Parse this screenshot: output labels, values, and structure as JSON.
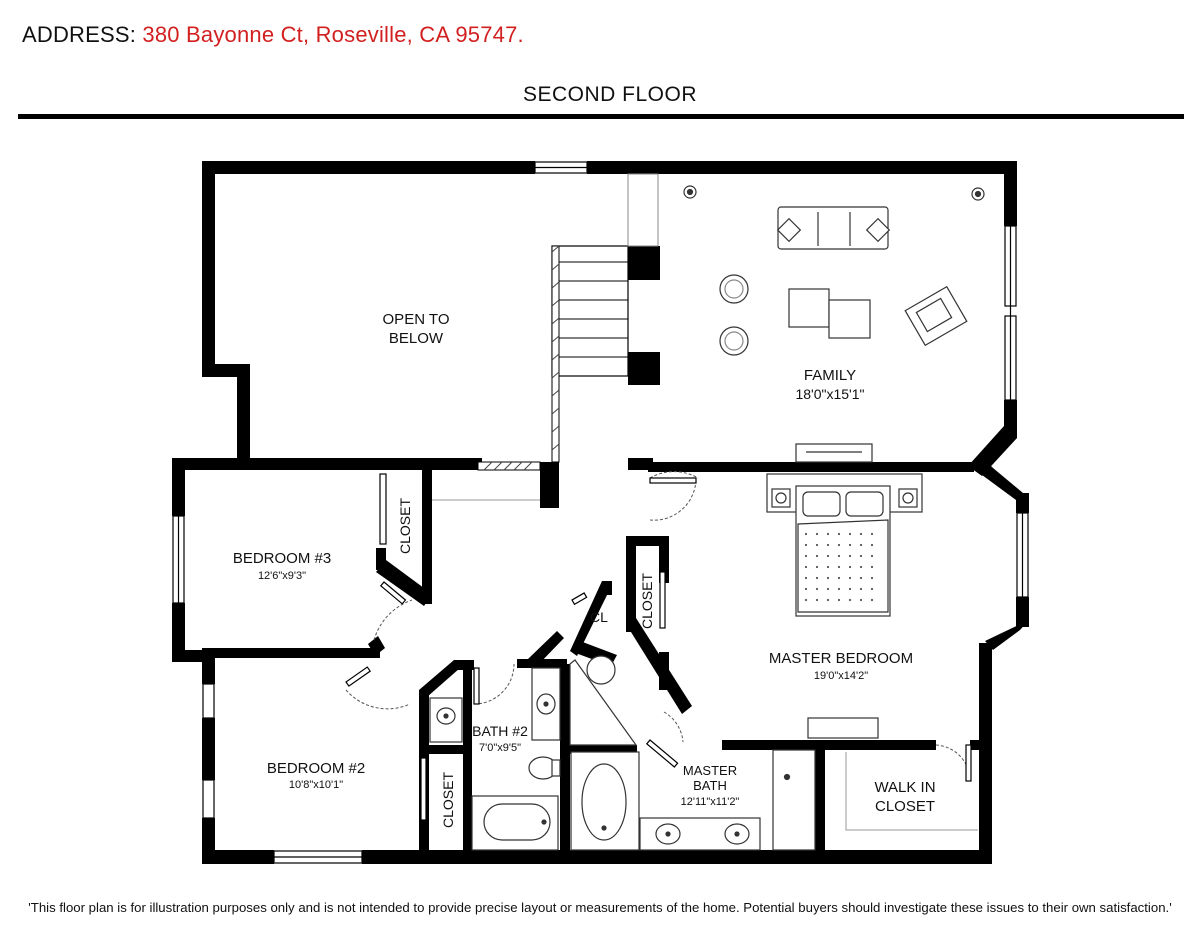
{
  "header": {
    "address_label": "ADDRESS:",
    "address_value": "380 Bayonne Ct, Roseville, CA 95747.",
    "floor_title": "SECOND FLOOR",
    "address_color": "#d21f1f"
  },
  "rooms": {
    "open_to_below": {
      "line1": "OPEN TO",
      "line2": "BELOW"
    },
    "family": {
      "name": "FAMILY",
      "size": "18'0\"x15'1\""
    },
    "bedroom3": {
      "name": "BEDROOM #3",
      "size": "12'6\"x9'3\""
    },
    "closet_bed3": {
      "name": "CLOSET"
    },
    "bedroom2": {
      "name": "BEDROOM #2",
      "size": "10'8\"x10'1\""
    },
    "closet_bed2": {
      "name": "CLOSET"
    },
    "bath2": {
      "name": "BATH #2",
      "size": "7'0\"x9'5\""
    },
    "cl": {
      "name": "CL"
    },
    "closet_master": {
      "name": "CLOSET"
    },
    "master_bedroom": {
      "name": "MASTER BEDROOM",
      "size": "19'0\"x14'2\""
    },
    "master_bath": {
      "line1": "MASTER",
      "line2": "BATH",
      "size": "12'11\"x11'2\""
    },
    "walk_in_closet": {
      "line1": "WALK IN",
      "line2": "CLOSET"
    }
  },
  "footer": {
    "disclaimer": "'This floor plan is for illustration purposes only and is not intended to provide precise layout or measurements of the home. Potential buyers should investigate these issues to their own satisfaction.'"
  }
}
